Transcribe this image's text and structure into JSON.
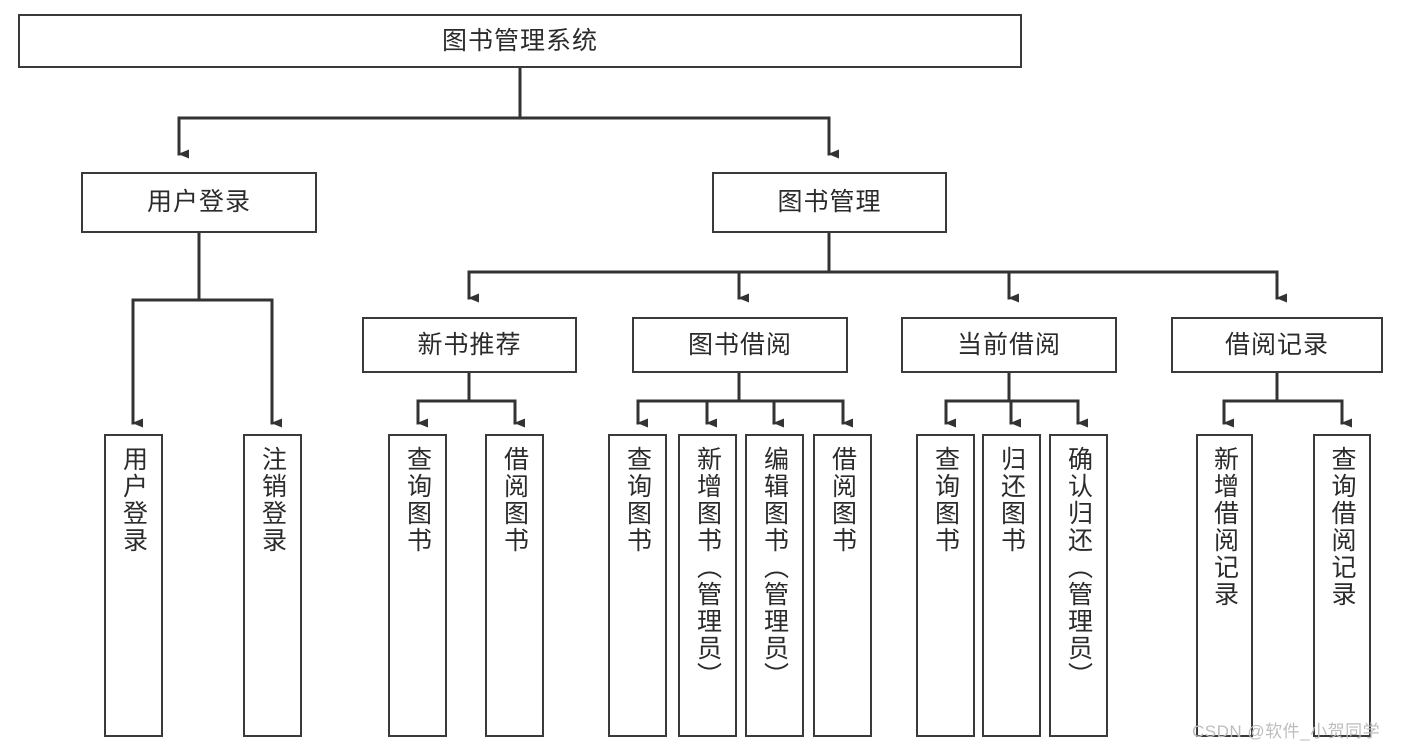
{
  "diagram": {
    "type": "tree-hierarchy",
    "title": "图书管理系统",
    "watermark": "CSDN @软件_小贺同学",
    "nodes": {
      "root": {
        "label": "图书管理系统"
      },
      "level2": [
        {
          "id": "user-login",
          "label": "用户登录"
        },
        {
          "id": "book-manage",
          "label": "图书管理"
        }
      ],
      "level3": [
        {
          "id": "new-book-rec",
          "label": "新书推荐"
        },
        {
          "id": "book-borrow",
          "label": "图书借阅"
        },
        {
          "id": "current-borrow",
          "label": "当前借阅"
        },
        {
          "id": "borrow-record",
          "label": "借阅记录"
        }
      ],
      "leaves": {
        "user_login": [
          {
            "id": "leaf-user-login",
            "label": "用户登录"
          },
          {
            "id": "leaf-logout",
            "label": "注销登录"
          }
        ],
        "new_book_rec": [
          {
            "id": "leaf-query-book-1",
            "label": "查询图书"
          },
          {
            "id": "leaf-borrow-book-1",
            "label": "借阅图书"
          }
        ],
        "book_borrow": [
          {
            "id": "leaf-query-book-2",
            "label": "查询图书"
          },
          {
            "id": "leaf-add-book",
            "label": "新增图书（管理员）"
          },
          {
            "id": "leaf-edit-book",
            "label": "编辑图书（管理员）"
          },
          {
            "id": "leaf-borrow-book-2",
            "label": "借阅图书"
          }
        ],
        "current_borrow": [
          {
            "id": "leaf-query-book-3",
            "label": "查询图书"
          },
          {
            "id": "leaf-return-book",
            "label": "归还图书"
          },
          {
            "id": "leaf-confirm-return",
            "label": "确认归还（管理员）"
          }
        ],
        "borrow_record": [
          {
            "id": "leaf-add-record",
            "label": "新增借阅记录"
          },
          {
            "id": "leaf-query-record",
            "label": "查询借阅记录"
          }
        ]
      }
    },
    "colors": {
      "border": "#3a3a3a",
      "background": "#ffffff",
      "text": "#2b2b2b",
      "connector": "#333333",
      "watermark": "#bdbdbd"
    }
  }
}
